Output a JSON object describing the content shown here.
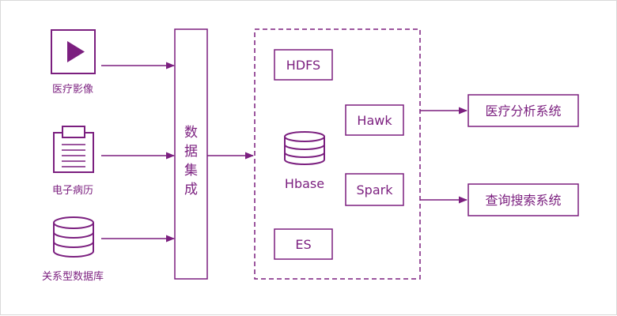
{
  "colors": {
    "accent": "#7b1f7f",
    "text": "#7b1f7f",
    "frame": "#d9d9d9",
    "background": "#ffffff"
  },
  "sources": [
    {
      "label": "医疗影像",
      "icon": "play-video-icon"
    },
    {
      "label": "电子病历",
      "icon": "clipboard-document-icon"
    },
    {
      "label": "关系型数据库",
      "icon": "database-icon"
    }
  ],
  "integration": {
    "label": "数据集成",
    "chars": [
      "数",
      "据",
      "集",
      "成"
    ]
  },
  "platform": {
    "components": {
      "hdfs": "HDFS",
      "hawk": "Hawk",
      "hbase": "Hbase",
      "spark": "Spark",
      "es": "ES"
    },
    "hbase_icon": "database-icon"
  },
  "outputs": [
    {
      "label": "医疗分析系统"
    },
    {
      "label": "查询搜索系统"
    }
  ]
}
